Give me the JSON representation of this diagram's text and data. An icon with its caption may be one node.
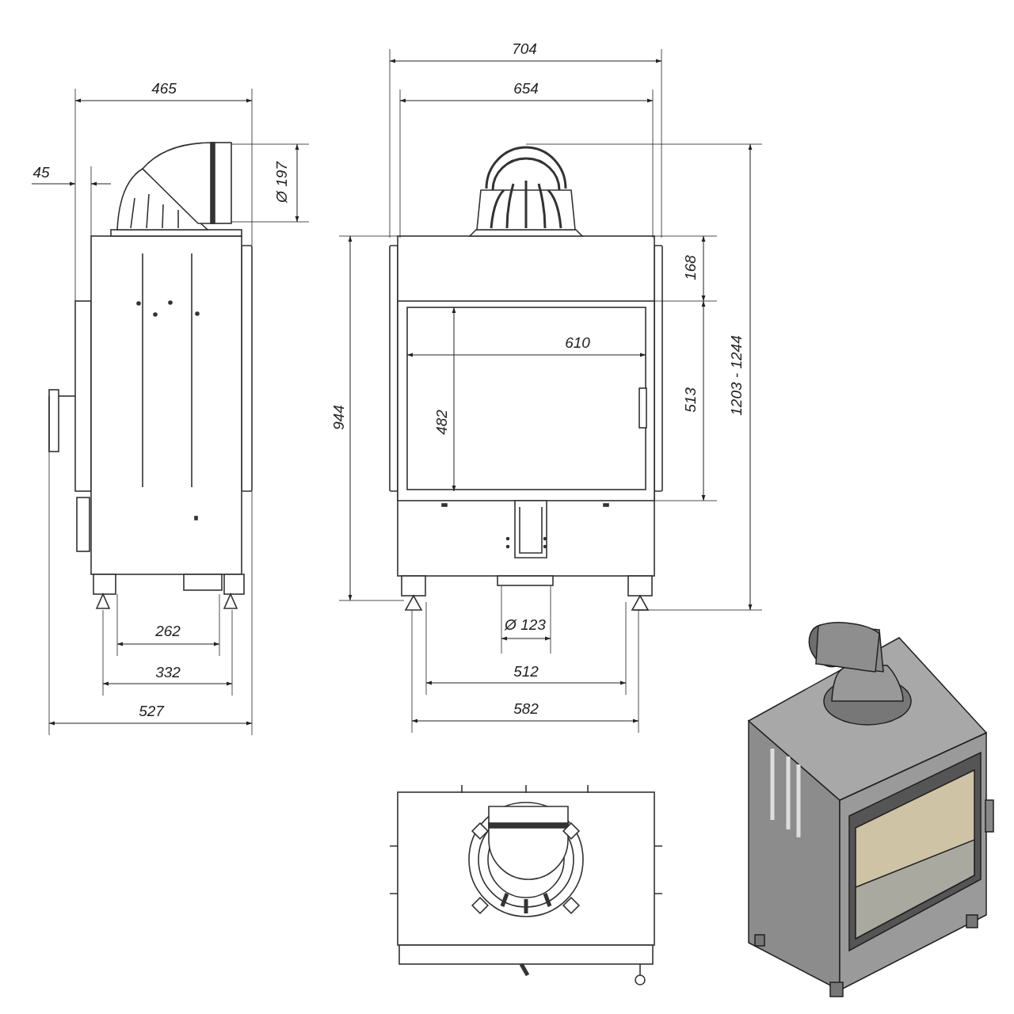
{
  "diagram": {
    "labels": [
      "704",
      "465",
      "654",
      "45",
      "Ø 197",
      "168",
      "610",
      "944",
      "482",
      "513",
      "1203 - 1244",
      "Ø 123",
      "262",
      "512",
      "332",
      "582",
      "527"
    ]
  }
}
